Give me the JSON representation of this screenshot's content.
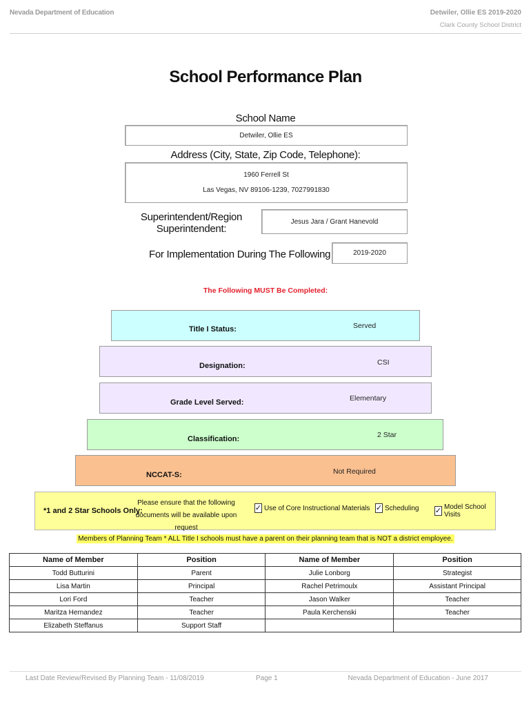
{
  "header": {
    "left": "Nevada Department of Education",
    "right_school": "Detwiler, Ollie ES  2019-2020",
    "right_district": "Clark County School District"
  },
  "title": "School Performance Plan",
  "school": {
    "name_label": "School Name",
    "name_value": "Detwiler, Ollie ES",
    "address_label": "Address (City, State, Zip Code, Telephone):",
    "address_line1": "1960 Ferrell St",
    "address_line2": "Las Vegas, NV  89106-1239, 7027991830",
    "supt_label_1": "Superintendent/Region",
    "supt_label_2": "Superintendent:",
    "supt_value": "Jesus Jara / Grant Hanevold",
    "years_label": "For Implementation During The Following Years:",
    "years_value": "2019-2020"
  },
  "must_text": "The Following MUST Be Completed:",
  "tiers": {
    "title1_label": "Title I Status:",
    "title1_value": "Served",
    "designation_label": "Designation:",
    "designation_value": "CSI",
    "grade_label": "Grade Level Served:",
    "grade_value": "Elementary",
    "class_label": "Classification:",
    "class_value": "2 Star",
    "nccat_label": "NCCAT-S:",
    "nccat_value": "Not Required"
  },
  "colors": {
    "title1": "#ccffff",
    "designation": "#f1e8ff",
    "grade": "#f1e8ff",
    "classification": "#ccffcc",
    "nccat": "#fac090",
    "star_bg": "#ffff99",
    "must_red": "#e3202c"
  },
  "star_schools": {
    "label": "*1 and 2 Star Schools Only:",
    "note_line1": "Please ensure that the following",
    "note_line2": "documents will be available upon request",
    "check_mark": "✓",
    "check1": "Use of Core Instructional Materials",
    "check2": "Scheduling",
    "check3": "Model School Visits"
  },
  "members_note": "Members of Planning Team * ALL Title I schools must have a parent on their planning team that is NOT a district employee.",
  "team": {
    "headers": [
      "Name of Member",
      "Position",
      "Name of Member",
      "Position"
    ],
    "rows": [
      [
        "Todd Butturini",
        "Parent",
        "Julie Lonborg",
        "Strategist"
      ],
      [
        "Lisa Martin",
        "Principal",
        "Rachel Petrimoulx",
        "Assistant Principal"
      ],
      [
        "Lori Ford",
        "Teacher",
        "Jason Walker",
        "Teacher"
      ],
      [
        "Maritza Hernandez",
        "Teacher",
        "Paula Kerchenski",
        "Teacher"
      ],
      [
        "Elizabeth Steffanus",
        "Support Staff",
        "",
        ""
      ]
    ]
  },
  "footer": {
    "left": "Last Date Review/Revised By Planning Team - 11/08/2019",
    "center": "Page 1",
    "right": "Nevada Department of Education - June 2017"
  }
}
